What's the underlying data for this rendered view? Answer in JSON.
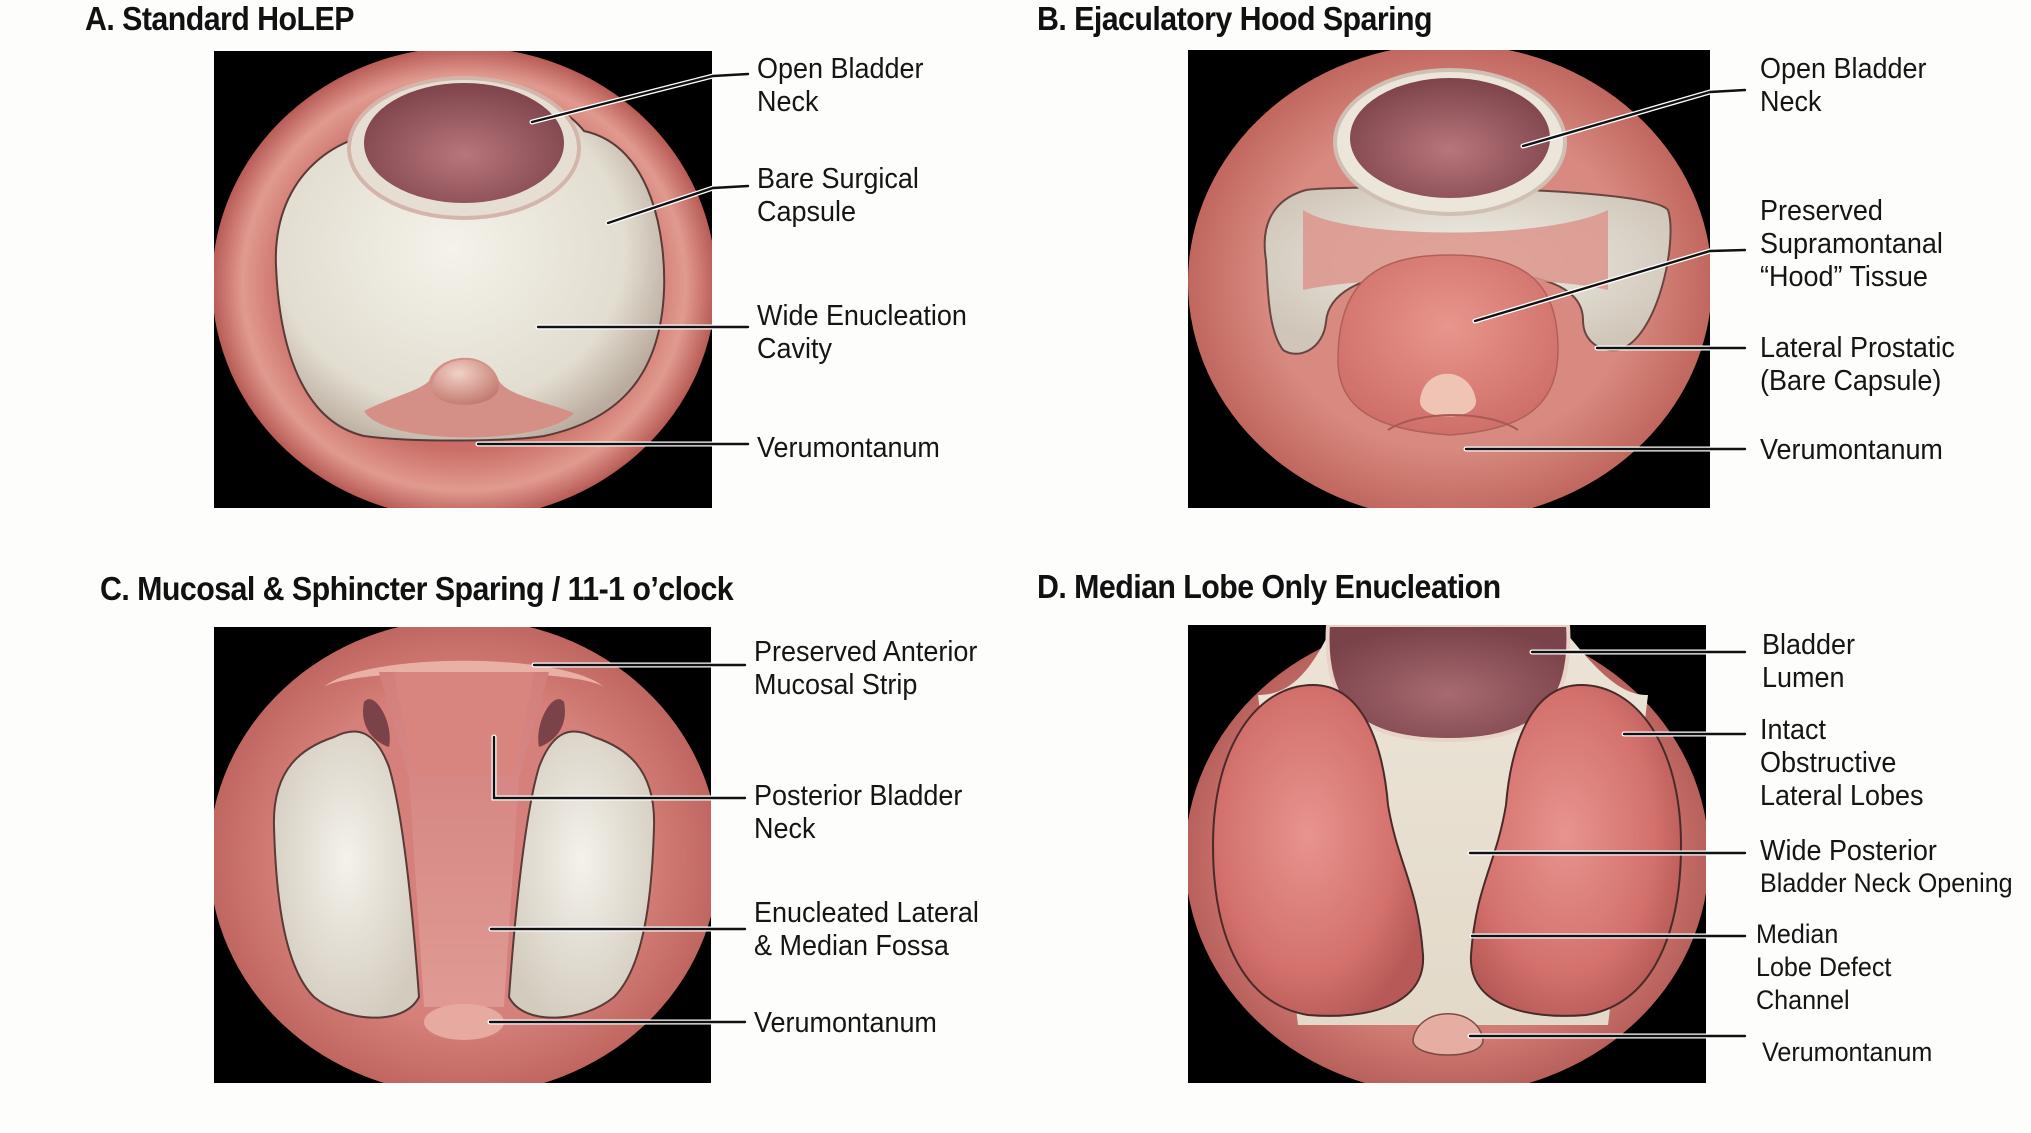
{
  "figure": {
    "panels": [
      {
        "id": "A",
        "title": "A. Standard HoLEP",
        "labels": [
          {
            "text": "Open Bladder\nNeck",
            "target": "bladder-neck"
          },
          {
            "text": "Bare Surgical\nCapsule",
            "target": "capsule"
          },
          {
            "text": "Wide Enucleation\nCavity",
            "target": "cavity"
          },
          {
            "text": "Verumontanum",
            "target": "verumontanum"
          }
        ]
      },
      {
        "id": "B",
        "title": "B. Ejaculatory Hood Sparing",
        "labels": [
          {
            "text": "Open Bladder\nNeck",
            "target": "bladder-neck"
          },
          {
            "text": "Preserved\nSupramontanal\n“Hood” Tissue",
            "target": "hood-tissue"
          },
          {
            "text": "Lateral Prostatic\n(Bare Capsule)",
            "target": "lateral-capsule"
          },
          {
            "text": "Verumontanum",
            "target": "verumontanum"
          }
        ]
      },
      {
        "id": "C",
        "title": "C. Mucosal & Sphincter Sparing / 11-1 o’clock",
        "labels": [
          {
            "text": "Preserved Anterior\nMucosal Strip",
            "target": "anterior-strip"
          },
          {
            "text": "Posterior Bladder\nNeck",
            "target": "posterior-neck"
          },
          {
            "text": "Enucleated Lateral\n& Median Fossa",
            "target": "fossa"
          },
          {
            "text": "Verumontanum",
            "target": "verumontanum"
          }
        ]
      },
      {
        "id": "D",
        "title": "D. Median Lobe Only Enucleation",
        "labels": [
          {
            "text": "Bladder\nLumen",
            "target": "lumen"
          },
          {
            "text": "Intact\nObstructive\nLateral Lobes",
            "target": "lateral-lobes"
          },
          {
            "text": "Wide Posterior",
            "target": "posterior-opening"
          },
          {
            "text": "Bladder Neck Opening",
            "target": "posterior-opening-sub"
          },
          {
            "text": "Median\nLobe Defect\nChannel",
            "target": "defect-channel"
          },
          {
            "text": "Verumontanum",
            "target": "verumontanum"
          }
        ]
      }
    ],
    "colors": {
      "background": "#fdfdfc",
      "scope_frame": "#000000",
      "urethral_wall": "#d98278",
      "capsule": "#ece8de",
      "bladder_lumen": "#9a5a60",
      "lateral_lobe": "#d77775",
      "text": "#151515"
    }
  }
}
